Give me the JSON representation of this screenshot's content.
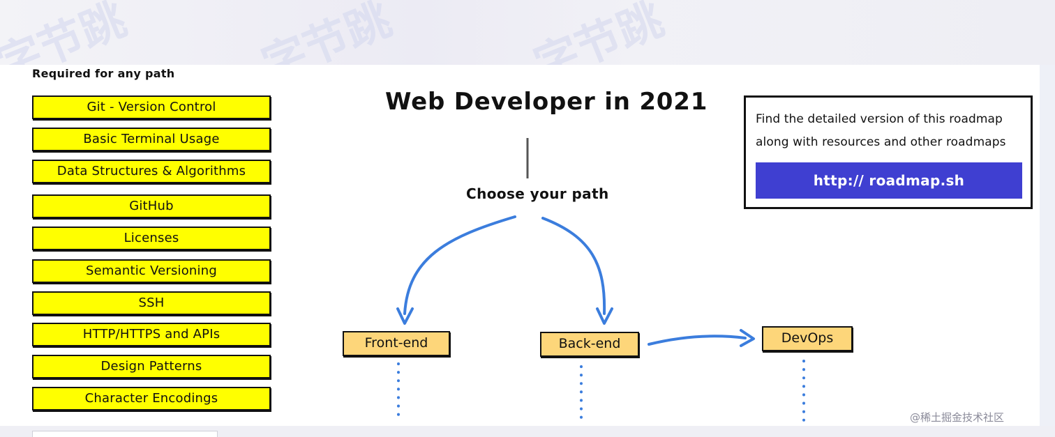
{
  "required": {
    "title": "Required for any path",
    "items": [
      "Git - Version Control",
      "Basic Terminal Usage",
      "Data Structures & Algorithms",
      "GitHub",
      "Licenses",
      "Semantic Versioning",
      "SSH",
      "HTTP/HTTPS and APIs",
      "Design Patterns",
      "Character Encodings"
    ]
  },
  "diagram": {
    "title": "Web Developer in 2021",
    "prompt": "Choose your path",
    "paths": [
      "Front-end",
      "Back-end",
      "DevOps"
    ]
  },
  "info": {
    "line1": "Find the detailed version of this roadmap",
    "line2": "along with resources and other roadmaps",
    "link": "http:// roadmap.sh"
  },
  "watermark": {
    "glyphs": "字节跳",
    "credit": "@稀土掘金技术社区"
  },
  "colors": {
    "pill": "#ffff00",
    "path_box": "#fdd67a",
    "arrow": "#3b7ddd",
    "link_bg": "#3f3fd1"
  }
}
